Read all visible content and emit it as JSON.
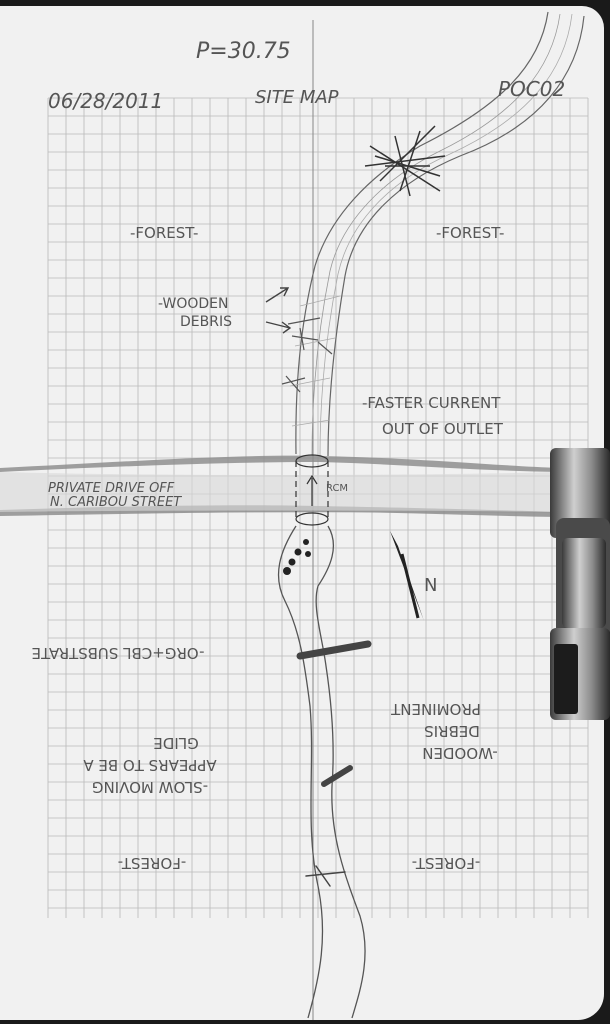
{
  "header": {
    "pressure": "P=30.75",
    "date": "06/28/2011",
    "title": "SITE MAP",
    "site_code": "POC02"
  },
  "labels": {
    "forest_top_left": "-FOREST-",
    "forest_top_right": "-FOREST-",
    "wooden_debris_line1": "-WOODEN",
    "wooden_debris_line2": "DEBRIS",
    "faster_line1": "-FASTER CURRENT",
    "faster_line2": "OUT OF OUTLET",
    "road_line1": "PRIVATE DRIVE OFF",
    "road_line2": "N. CARIBOU STREET",
    "rcm": "RCM",
    "north": "N",
    "substrate": "-ORG+CBL SUBSTRATE",
    "slow_line1": "-SLOW MOVING",
    "slow_line2": "APPEARS TO BE A",
    "slow_line3": "GLIDE",
    "wooden_prom_line1": "-WOODEN",
    "wooden_prom_line2": "DEBRIS",
    "wooden_prom_line3": "PROMINENT",
    "forest_bottom_left": "-FOREST-",
    "forest_bottom_right": "-FOREST-"
  }
}
